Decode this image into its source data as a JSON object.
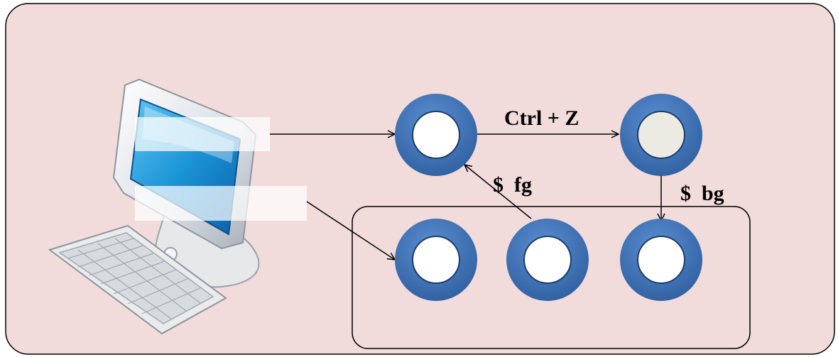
{
  "diagram": {
    "colors": {
      "panel_fill": "#f2dcdb",
      "panel_border": "#000000",
      "node_outer": "#3a6fb6",
      "node_inner_active": "#ffffff",
      "node_inner_stopped": "#ecebe3",
      "arrow": "#000000"
    },
    "edge_labels": {
      "suspend": "Ctrl + Z",
      "foreground": "$  fg",
      "background": "$  bg"
    },
    "icons": [
      "computer-icon",
      "keyboard-icon"
    ]
  }
}
